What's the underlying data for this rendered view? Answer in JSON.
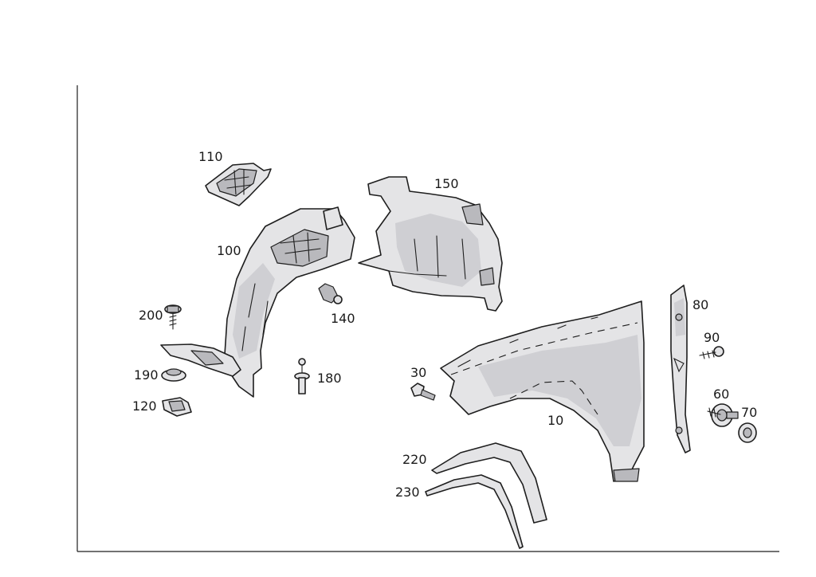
{
  "callouts": {
    "c10": "10",
    "c30": "30",
    "c60": "60",
    "c70": "70",
    "c80": "80",
    "c90": "90",
    "c100": "100",
    "c110": "110",
    "c120": "120",
    "c140": "140",
    "c150": "150",
    "c180": "180",
    "c190": "190",
    "c200": "200",
    "c220": "220",
    "c230": "230"
  }
}
